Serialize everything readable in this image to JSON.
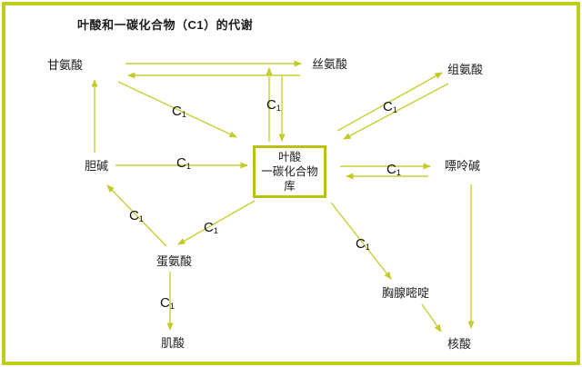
{
  "title": "叶酸和一碳化合物（C1）的代谢",
  "colors": {
    "frame_border": "#c0cc1a",
    "pool_box_border": "#b7c116",
    "arrow": "#c6cf35",
    "text": "#1c1c1c"
  },
  "pool_box": {
    "lines": [
      "叶酸",
      "一碳化合物",
      "库"
    ]
  },
  "nodes": {
    "glycine": {
      "label": "甘氨酸"
    },
    "serine": {
      "label": "丝氨酸"
    },
    "histidine": {
      "label": "组氨酸"
    },
    "choline": {
      "label": "胆碱"
    },
    "purine": {
      "label": "嘌呤碱"
    },
    "methionine": {
      "label": "蛋氨酸"
    },
    "creatine": {
      "label": "肌酸"
    },
    "thymine": {
      "label": "胸腺嘧啶"
    },
    "nucleic_acid": {
      "label": "核酸"
    }
  },
  "c1": {
    "base": "C",
    "sub": "1"
  },
  "edges": [
    {
      "from": "甘氨酸",
      "to": "丝氨酸",
      "label": ""
    },
    {
      "from": "丝氨酸",
      "to": "甘氨酸",
      "label": ""
    },
    {
      "from": "叶酸一碳化合物库",
      "to": "丝氨酸",
      "label": "C1"
    },
    {
      "from": "丝氨酸",
      "to": "叶酸一碳化合物库",
      "label": "C1"
    },
    {
      "from": "甘氨酸",
      "to": "叶酸一碳化合物库",
      "label": "C1"
    },
    {
      "from": "胆碱",
      "to": "叶酸一碳化合物库",
      "label": "C1"
    },
    {
      "from": "胆碱",
      "to": "甘氨酸",
      "label": ""
    },
    {
      "from": "蛋氨酸",
      "to": "胆碱",
      "label": "C1"
    },
    {
      "from": "叶酸一碳化合物库",
      "to": "蛋氨酸",
      "label": "C1"
    },
    {
      "from": "蛋氨酸",
      "to": "肌酸",
      "label": "C1"
    },
    {
      "from": "叶酸一碳化合物库",
      "to": "组氨酸",
      "label": "C1"
    },
    {
      "from": "组氨酸",
      "to": "叶酸一碳化合物库",
      "label": "C1"
    },
    {
      "from": "叶酸一碳化合物库",
      "to": "嘌呤碱",
      "label": "C1"
    },
    {
      "from": "嘌呤碱",
      "to": "叶酸一碳化合物库",
      "label": "C1"
    },
    {
      "from": "叶酸一碳化合物库",
      "to": "胸腺嘧啶",
      "label": "C1"
    },
    {
      "from": "胸腺嘧啶",
      "to": "核酸",
      "label": ""
    },
    {
      "from": "嘌呤碱",
      "to": "核酸",
      "label": ""
    }
  ]
}
